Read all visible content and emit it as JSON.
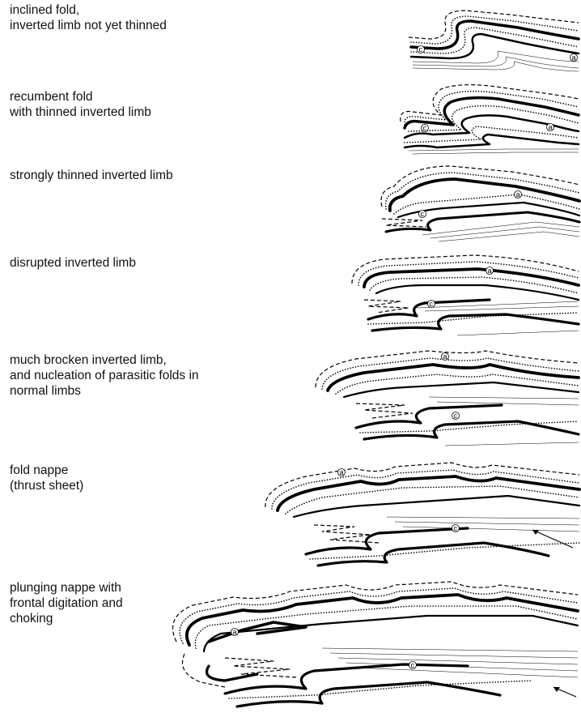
{
  "stages": [
    {
      "lines": [
        "inclined fold,",
        "inverted limb not yet thinned"
      ],
      "markers": [
        "c",
        "a"
      ]
    },
    {
      "lines": [
        "recumbent fold",
        "with thinned inverted limb"
      ],
      "markers": [
        "c",
        "a"
      ]
    },
    {
      "lines": [
        "strongly thinned inverted limb"
      ],
      "markers": [
        "c",
        "a"
      ]
    },
    {
      "lines": [
        "disrupted inverted limb"
      ],
      "markers": [
        "c",
        "a"
      ]
    },
    {
      "lines": [
        "much brocken inverted limb,",
        "and nucleation of parasitic folds in",
        "normal limbs"
      ],
      "markers": [
        "c",
        "a"
      ]
    },
    {
      "lines": [
        "fold nappe",
        "(thrust sheet)"
      ],
      "markers": [
        "c",
        "a"
      ]
    },
    {
      "lines": [
        "plunging nappe with",
        "frontal digitation and",
        "choking"
      ],
      "markers": [
        "c",
        "a"
      ]
    }
  ]
}
